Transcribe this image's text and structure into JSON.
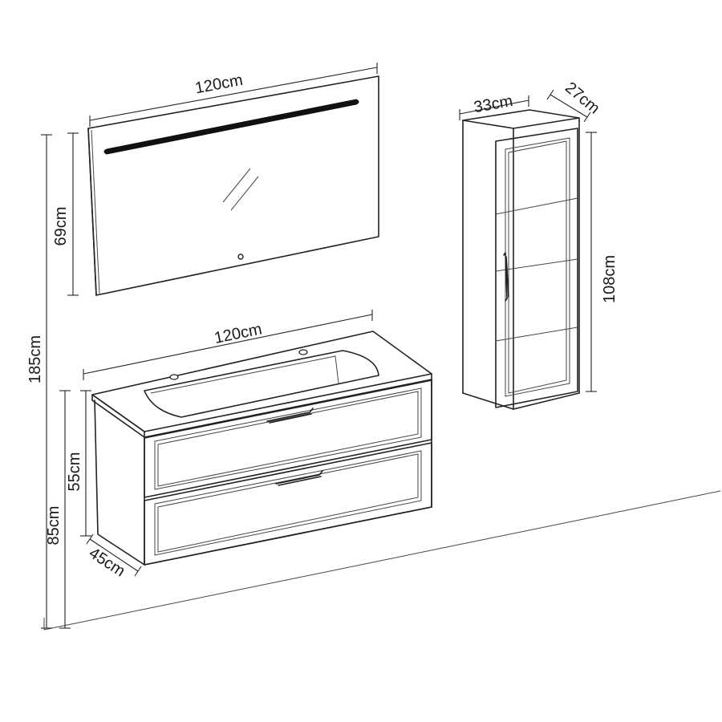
{
  "dimensions": {
    "mirror_width": "120cm",
    "mirror_height": "69cm",
    "total_height": "185cm",
    "vanity_width": "120cm",
    "vanity_height": "55cm",
    "vanity_floor_height": "85cm",
    "vanity_depth": "45cm",
    "cabinet_width": "33cm",
    "cabinet_depth": "27cm",
    "cabinet_height": "108cm"
  }
}
